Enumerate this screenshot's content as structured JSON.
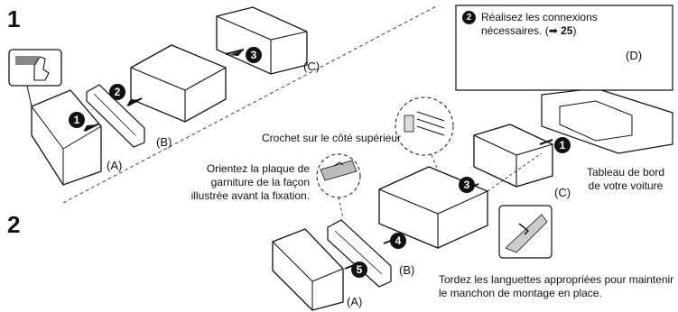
{
  "steps": {
    "first": "1",
    "second": "2"
  },
  "labels": {
    "a": "(A)",
    "b": "(B)",
    "c": "(C)",
    "d": "(D)"
  },
  "markers": [
    "1",
    "2",
    "3",
    "4",
    "5"
  ],
  "callout": {
    "number": "2",
    "line1": "Réalisez les connexions",
    "line2_prefix": "nécessaires. (",
    "arrow": "➡",
    "page_ref": "25",
    "line2_suffix": ")"
  },
  "notes": {
    "hook": "Crochet sur le côté supérieur",
    "orient": "Orientez la plaque de garniture de la façon illustrée avant la fixation.",
    "dashboard": "Tableau de bord de votre voiture",
    "bend": "Tordez les languettes appropriées pour maintenir le manchon de montage en place."
  }
}
